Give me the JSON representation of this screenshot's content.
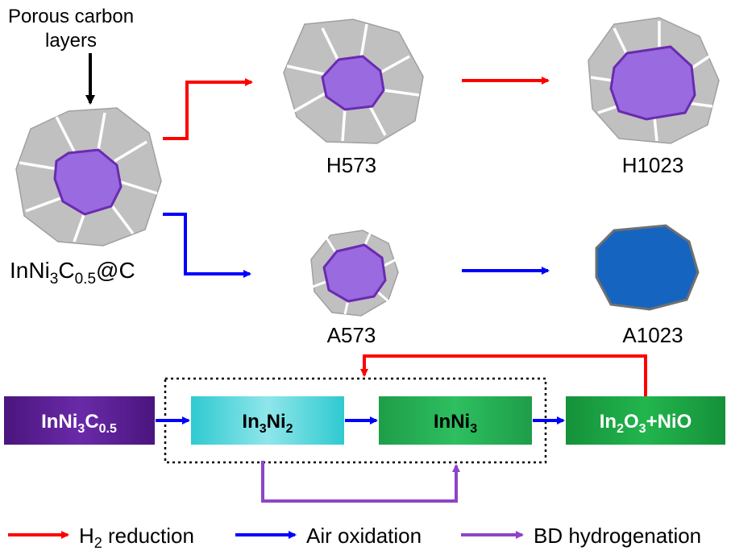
{
  "diagram": {
    "callout": {
      "line1": "Porous carbon",
      "line2": "layers"
    },
    "particles": {
      "start": {
        "base": "InNi",
        "sub1": "3",
        "mid": "C",
        "sub2": "0.5",
        "tail": "@C"
      },
      "h573": "H573",
      "h1023": "H1023",
      "a573": "A573",
      "a1023": "A1023"
    },
    "flow": {
      "box1": {
        "base": "InNi",
        "sub1": "3",
        "mid": "C",
        "sub2": "0.5"
      },
      "box2": {
        "base": "In",
        "sub1": "3",
        "mid": "Ni",
        "sub2": "2"
      },
      "box3": {
        "base": "InNi",
        "sub1": "3"
      },
      "box4": {
        "p1": "In",
        "s1": "2",
        "p2": "O",
        "s2": "3",
        "p3": "+NiO"
      }
    },
    "legend": {
      "h2": {
        "pre": "H",
        "sub": "2",
        "post": " reduction"
      },
      "air": "Air oxidation",
      "bd": "BD hydrogenation"
    },
    "colors": {
      "h2_arrow": "#ff0000",
      "air_arrow": "#0000ff",
      "bd_arrow": "#8e44c8",
      "shell": "#c0c0c0",
      "core": "#9a6ae0",
      "core_outline": "#6a2bb0",
      "oxide": "#1565c0",
      "box1": "#5e1f96",
      "box2": "#3fd0d4",
      "box3": "#1faa4f",
      "box4": "#1a9e3e"
    }
  }
}
